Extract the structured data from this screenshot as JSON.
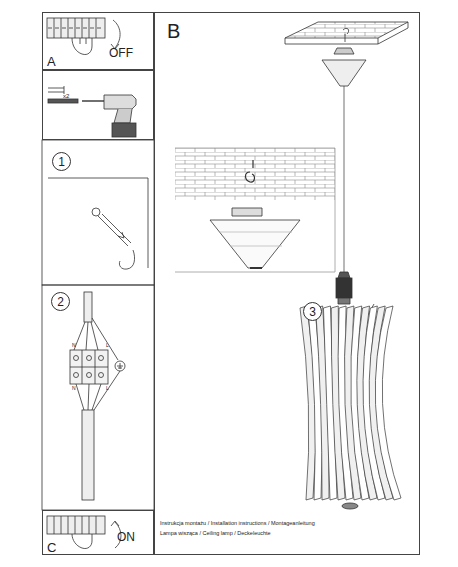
{
  "diagram": {
    "nodes": [
      {
        "text": [
          "A",
          "OFF"
        ]
      },
      {
        "text": [
          "x2"
        ]
      },
      {
        "text": [
          "1"
        ]
      },
      {
        "text": [
          "2"
        ]
      },
      {
        "text": [
          "B"
        ]
      },
      {
        "text": [
          "3"
        ],
        "in": 4
      },
      {
        "text": [
          "C",
          "ON"
        ]
      }
    ],
    "labels": [
      "N",
      "L",
      "N",
      "L",
      "Instrukcja montażu / Installation instructions / Montageanleitung",
      "Lampa wisząca / Ceiling lamp / Deckeleuchte"
    ]
  }
}
